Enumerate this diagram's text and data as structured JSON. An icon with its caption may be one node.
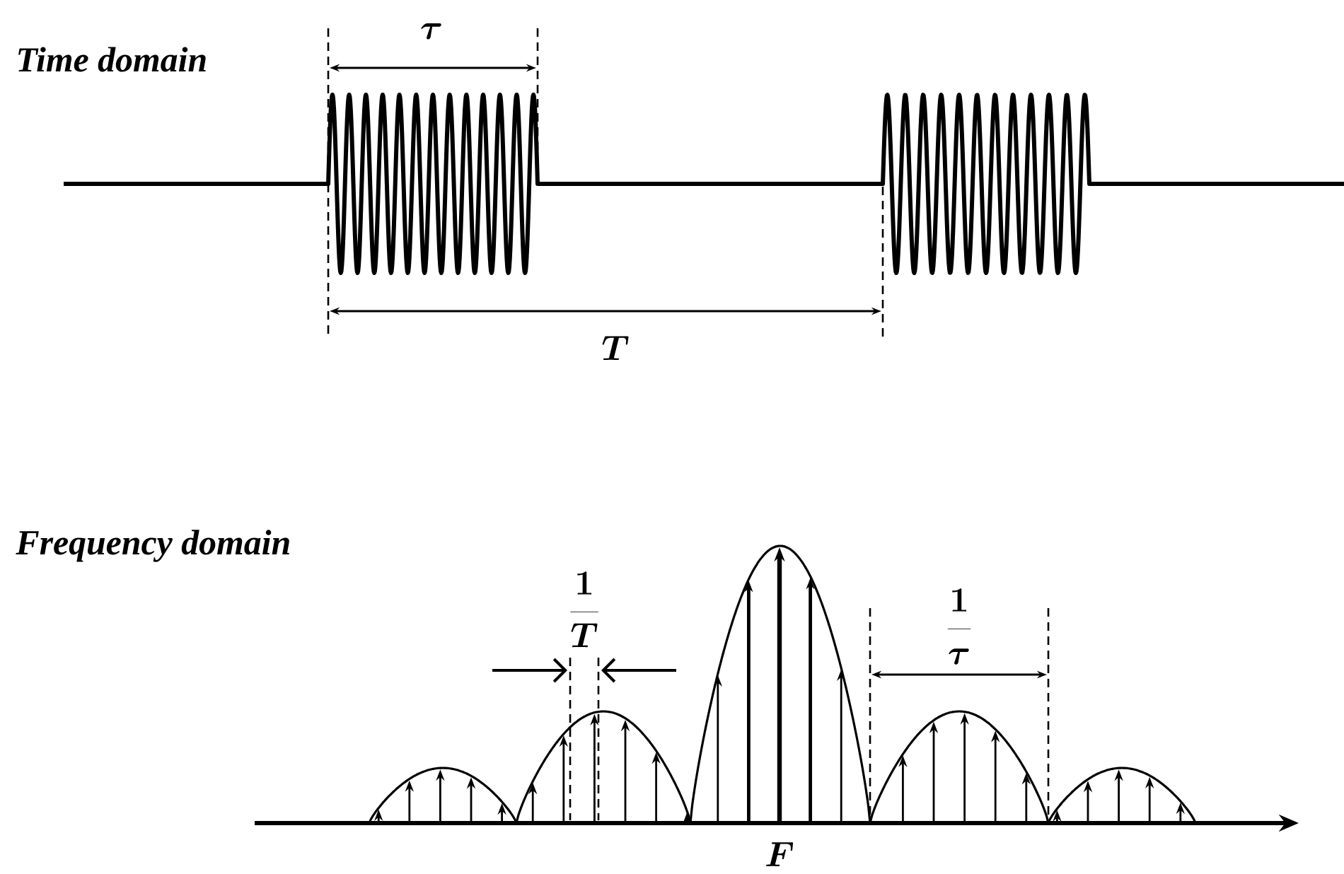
{
  "diagram": {
    "labels": [
      "Time domain",
      "\\tau",
      "T",
      "Frequency domain",
      "\\frac{1}{T}",
      "\\frac{1}{\\tau}",
      "F"
    ]
  }
}
